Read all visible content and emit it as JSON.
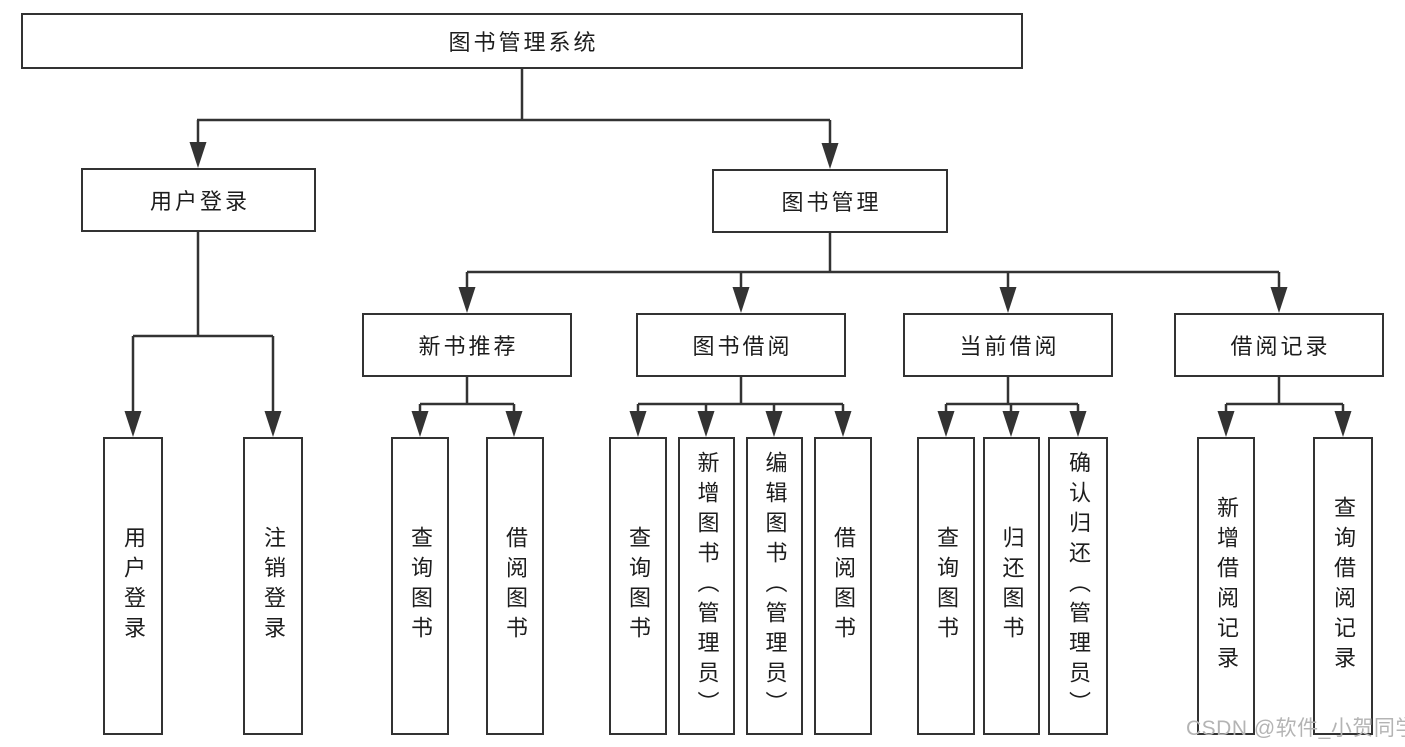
{
  "tree": {
    "root": "图书管理系统",
    "left": {
      "label": "用户登录",
      "children": [
        "用户登录",
        "注销登录"
      ]
    },
    "right": {
      "label": "图书管理",
      "groups": [
        {
          "label": "新书推荐",
          "children": [
            "查询图书",
            "借阅图书"
          ]
        },
        {
          "label": "图书借阅",
          "children": [
            "查询图书",
            "新增图书（管理员）",
            "编辑图书（管理员）",
            "借阅图书"
          ]
        },
        {
          "label": "当前借阅",
          "children": [
            "查询图书",
            "归还图书",
            "确认归还（管理员）"
          ]
        },
        {
          "label": "借阅记录",
          "children": [
            "新增借阅记录",
            "查询借阅记录"
          ]
        }
      ]
    }
  },
  "watermark": "CSDN @软件_小贺同学",
  "colors": {
    "line": "#333333",
    "border": "#323232",
    "text": "#1d1d1d",
    "background": "#ffffff",
    "watermark": "#b4b4b4"
  }
}
